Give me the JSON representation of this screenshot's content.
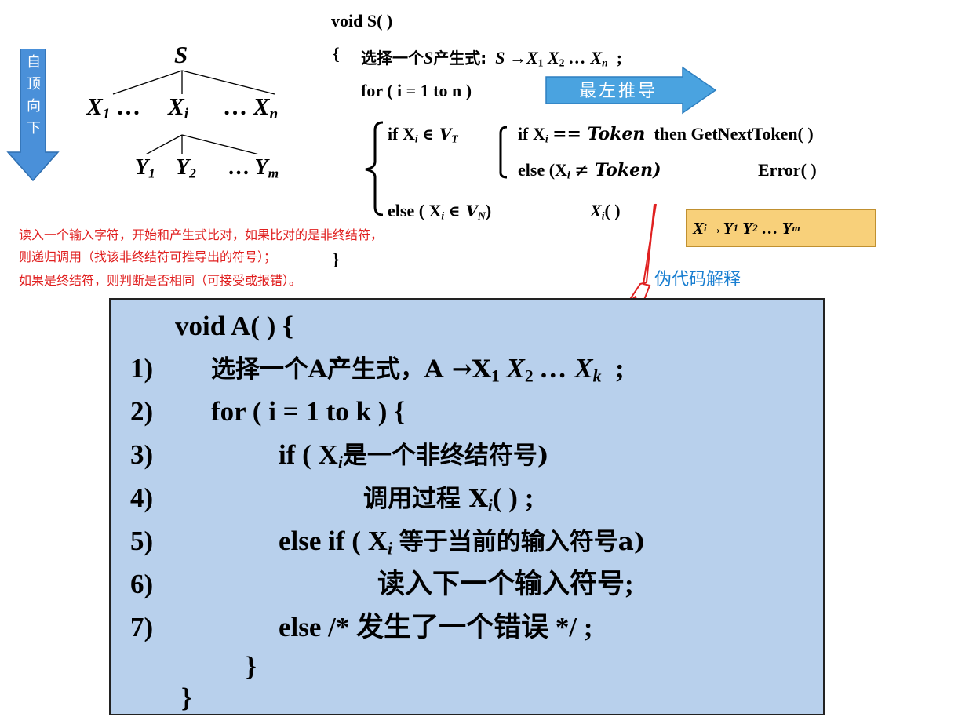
{
  "top_down_arrow": {
    "chars": [
      "自",
      "顶",
      "向",
      "下"
    ],
    "color": "#4a90d9"
  },
  "tree": {
    "root": "S",
    "x_first": "X",
    "x_first_sub": "1",
    "dots": "…",
    "x_i": "X",
    "x_i_sub": "i",
    "x_n": "X",
    "x_n_sub": "n",
    "y1": "Y",
    "y1_sub": "1",
    "y2": "Y",
    "y2_sub": "2",
    "ym": "Y",
    "ym_sub": "m"
  },
  "code": {
    "signature": "void S( )",
    "open_brace": "{",
    "line1_prefix": "选择一个",
    "line1_s": "S",
    "line1_mid": "产生式:",
    "line1_prod": "S →X",
    "line1_x2": "X",
    "line1_xn": "… X",
    "line1_end": ";",
    "for_line": "for ( i = 1 to n )",
    "arrow_label": "最左推导",
    "if_vt": "if X",
    "in_vt": "∈ V",
    "if_token": "if X",
    "eq_token": "== Token",
    "then_part": "then GetNextToken( )",
    "else_token": "else (X",
    "neq_token": "≠ Token)",
    "error_call": "Error( )",
    "else_vn": "else ( X",
    "in_vn": "∈ V",
    "call_xi": "X",
    "call_paren": "( )",
    "close_brace": "}"
  },
  "note_lines": [
    "读入一个输入字符，开始和产生式比对，如果比对的是非终结符，",
    "则递归调用（找该非终结符可推导出的符号）；",
    "如果是终结符，则判断是否相同（可接受或报错）。"
  ],
  "pseudo_label": "伪代码解释",
  "yellow_box": {
    "text": "X",
    "sub": "i",
    "rest": "→Y",
    "y2": "Y",
    "ym": "… Y"
  },
  "main": {
    "header": "void A( ) {",
    "lines": [
      {
        "num": "1)",
        "text": "选择一个A产生式，A →X",
        "x2": "X",
        "xk": "… X",
        "end": ";"
      },
      {
        "num": "2)",
        "text": "for ( i = 1 to k ) {"
      },
      {
        "num": "3)",
        "text": "if ( X",
        "rest": "是一个非终结符号)"
      },
      {
        "num": "4)",
        "text": "调用过程 X",
        "rest": "( ) ;"
      },
      {
        "num": "5)",
        "text": "else  if ( X",
        "rest": "等于当前的输入符号a)"
      },
      {
        "num": "6)",
        "text": "读入下一个输入符号;"
      },
      {
        "num": "7)",
        "text": "else /* 发生了一个错误 */ ;"
      }
    ],
    "inner_close": "}",
    "outer_close": "}"
  }
}
